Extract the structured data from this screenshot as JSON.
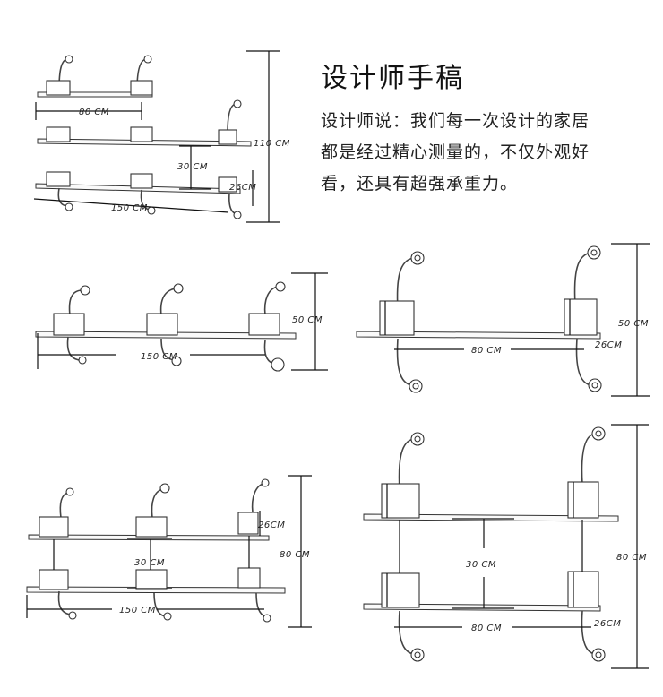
{
  "title": "设计师手稿",
  "description": [
    "设计师说：我们每一次设计的家居",
    "都是经过精心测量的，不仅外观好",
    "看，还具有超强承重力。"
  ],
  "figures": {
    "top_left": {
      "width": "80 CM",
      "height": "110 CM",
      "gap": "30 CM",
      "total": "150 CM",
      "depth": "26CM"
    },
    "mid_left": {
      "total": "150 CM",
      "height": "50 CM"
    },
    "mid_right": {
      "width": "80 CM",
      "height": "50 CM",
      "depth": "26CM"
    },
    "bot_left": {
      "depth": "26CM",
      "height": "80 CM",
      "gap": "30 CM",
      "total": "150 CM"
    },
    "bot_right": {
      "gap": "30 CM",
      "height": "80 CM",
      "width": "80 CM",
      "depth": "26CM"
    }
  }
}
